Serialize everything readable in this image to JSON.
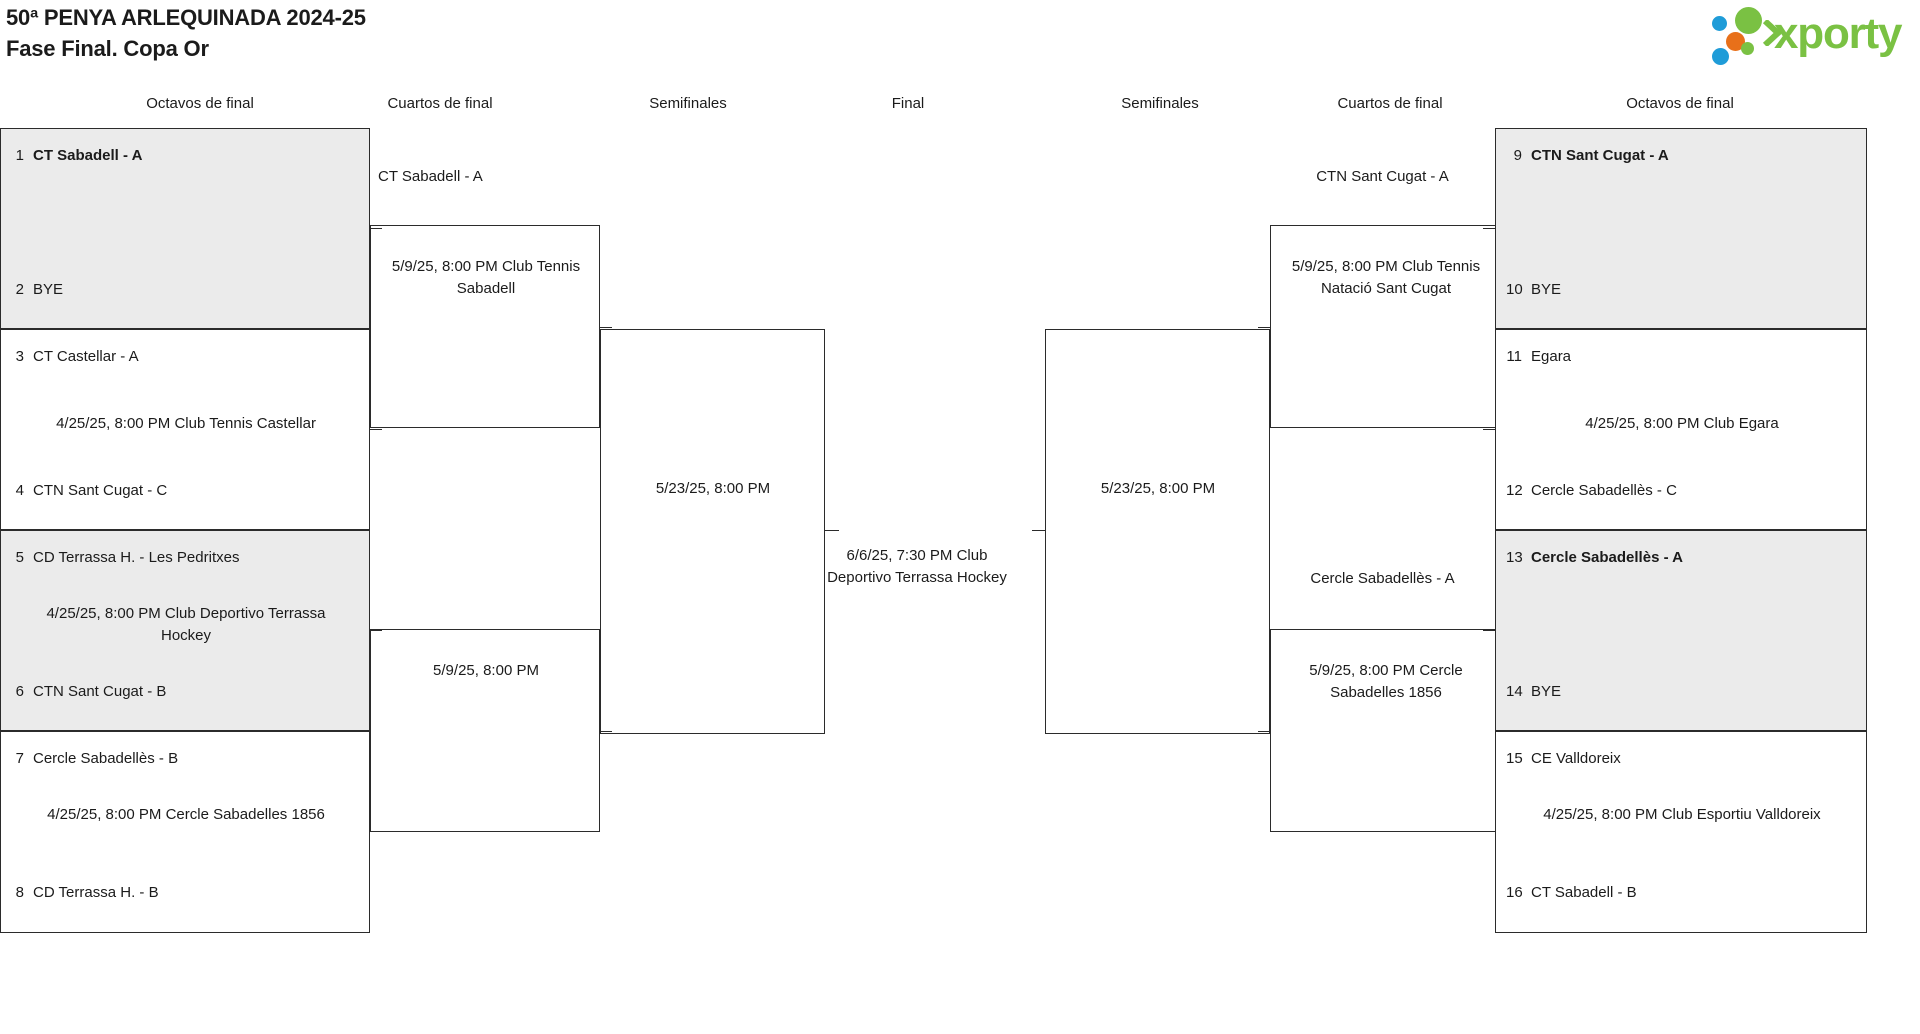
{
  "header": {
    "title_line1": "50ª PENYA ARLEQUINADA 2024-25",
    "title_line2": "Fase Final. Copa Or",
    "logo_word": "xporty",
    "brand_green": "#7ac143",
    "brand_blue": "#1f9cd8",
    "brand_orange": "#e8701a"
  },
  "round_headers": [
    {
      "label": "Octavos de final"
    },
    {
      "label": "Cuartos de final"
    },
    {
      "label": "Semifinales"
    },
    {
      "label": "Final"
    },
    {
      "label": "Semifinales"
    },
    {
      "label": "Cuartos de final"
    },
    {
      "label": "Octavos de final"
    }
  ],
  "left": {
    "octavos": [
      {
        "shaded": true,
        "top": {
          "seed": "1",
          "team": "CT Sabadell - A",
          "winner": true
        },
        "bottom": {
          "seed": "2",
          "team": "BYE",
          "winner": false
        },
        "info": ""
      },
      {
        "shaded": false,
        "top": {
          "seed": "3",
          "team": "CT Castellar - A",
          "winner": false
        },
        "bottom": {
          "seed": "4",
          "team": "CTN Sant Cugat - C",
          "winner": false
        },
        "info": "4/25/25, 8:00 PM Club Tennis Castellar"
      },
      {
        "shaded": true,
        "top": {
          "seed": "5",
          "team": "CD Terrassa H. - Les Pedritxes",
          "winner": false
        },
        "bottom": {
          "seed": "6",
          "team": "CTN Sant Cugat - B",
          "winner": false
        },
        "info": "4/25/25, 8:00 PM Club Deportivo Terrassa Hockey"
      },
      {
        "shaded": false,
        "top": {
          "seed": "7",
          "team": "Cercle Sabadellès - B",
          "winner": false
        },
        "bottom": {
          "seed": "8",
          "team": "CD Terrassa H. - B",
          "winner": false
        },
        "info": "4/25/25, 8:00 PM Cercle Sabadelles 1856"
      }
    ],
    "cuartos": [
      {
        "advance": "CT Sabadell - A",
        "info": "5/9/25, 8:00 PM Club Tennis Sabadell"
      },
      {
        "advance": "",
        "info": "5/9/25, 8:00 PM"
      }
    ],
    "semifinal": {
      "advance": "",
      "info": "5/23/25, 8:00 PM"
    }
  },
  "final": {
    "info": "6/6/25, 7:30 PM Club Deportivo Terrassa Hockey"
  },
  "right": {
    "semifinal": {
      "advance": "",
      "info": "5/23/25, 8:00 PM"
    },
    "cuartos": [
      {
        "advance": "CTN Sant Cugat - A",
        "info": "5/9/25, 8:00 PM Club Tennis Natació Sant Cugat"
      },
      {
        "advance": "Cercle Sabadellès - A",
        "info": "5/9/25, 8:00 PM Cercle Sabadelles 1856"
      }
    ],
    "octavos": [
      {
        "shaded": true,
        "top": {
          "seed": "9",
          "team": "CTN Sant Cugat - A",
          "winner": true
        },
        "bottom": {
          "seed": "10",
          "team": "BYE",
          "winner": false
        },
        "info": ""
      },
      {
        "shaded": false,
        "top": {
          "seed": "11",
          "team": "Egara",
          "winner": false
        },
        "bottom": {
          "seed": "12",
          "team": "Cercle Sabadellès - C",
          "winner": false
        },
        "info": "4/25/25, 8:00 PM Club Egara"
      },
      {
        "shaded": true,
        "top": {
          "seed": "13",
          "team": "Cercle Sabadellès - A",
          "winner": true
        },
        "bottom": {
          "seed": "14",
          "team": "BYE",
          "winner": false
        },
        "info": ""
      },
      {
        "shaded": false,
        "top": {
          "seed": "15",
          "team": "CE Valldoreix",
          "winner": false
        },
        "bottom": {
          "seed": "16",
          "team": "CT Sabadell - B",
          "winner": false
        },
        "info": "4/25/25, 8:00 PM Club Esportiu Valldoreix"
      }
    ]
  }
}
